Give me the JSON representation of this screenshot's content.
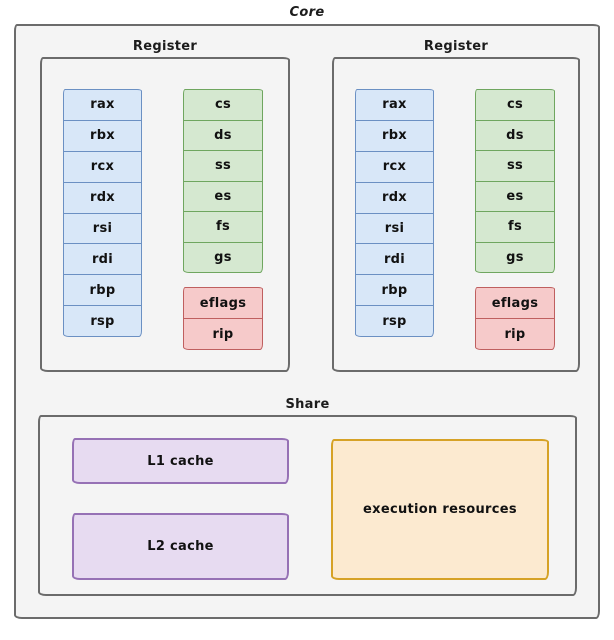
{
  "core": {
    "label": "Core",
    "register_groups": [
      {
        "label": "Register",
        "gp": [
          "rax",
          "rbx",
          "rcx",
          "rdx",
          "rsi",
          "rdi",
          "rbp",
          "rsp"
        ],
        "seg": [
          "cs",
          "ds",
          "ss",
          "es",
          "fs",
          "gs"
        ],
        "flags": [
          "eflags",
          "rip"
        ]
      },
      {
        "label": "Register",
        "gp": [
          "rax",
          "rbx",
          "rcx",
          "rdx",
          "rsi",
          "rdi",
          "rbp",
          "rsp"
        ],
        "seg": [
          "cs",
          "ds",
          "ss",
          "es",
          "fs",
          "gs"
        ],
        "flags": [
          "eflags",
          "rip"
        ]
      }
    ],
    "share": {
      "label": "Share",
      "l1_cache": "L1 cache",
      "l2_cache": "L2 cache",
      "execution_resources": "execution resources"
    }
  },
  "colors": {
    "frame_border": "#6b6b6b",
    "frame_fill": "#f4f4f4",
    "gp_fill": "#d8e7f8",
    "gp_border": "#6b90c3",
    "seg_fill": "#d5e8d0",
    "seg_border": "#6fa65f",
    "flags_fill": "#f6caca",
    "flags_border": "#bf5f5f",
    "cache_fill": "#e7dbf1",
    "cache_border": "#9671b5",
    "exec_fill": "#fcead0",
    "exec_border": "#d6a226"
  }
}
